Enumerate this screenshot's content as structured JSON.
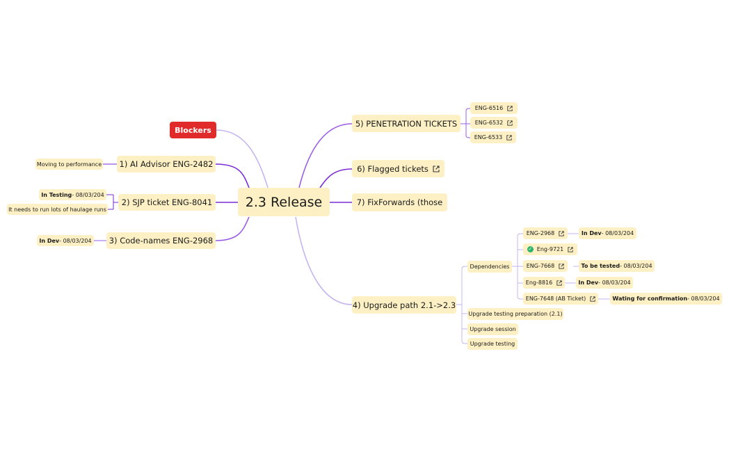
{
  "root": {
    "title": "2.3 Release"
  },
  "blockers": {
    "label": "Blockers"
  },
  "left": {
    "ai_advisor": {
      "label": "1) AI Advisor ENG-2482",
      "child": "Moving to performance"
    },
    "sjp": {
      "label": "2) SJP ticket ENG-8041",
      "status_bold": "In Testing",
      "status_rest": " - 08/03/204",
      "note": "It needs to run lots of haulage runs"
    },
    "codenames": {
      "label": "3) Code-names ENG-2968",
      "status_bold": "In Dev",
      "status_rest": " - 08/03/204"
    }
  },
  "right": {
    "penetration": {
      "label": "5) PENETRATION TICKETS",
      "tickets": [
        "ENG-6516",
        "ENG-6532",
        "ENG-6533"
      ]
    },
    "flagged": {
      "label": "6) Flagged tickets"
    },
    "fixforwards": {
      "label": "7) FixForwards (those"
    },
    "upgrade": {
      "label": "4) Upgrade path 2.1->2.3",
      "dependencies": {
        "label": "Dependencies",
        "items": [
          {
            "ticket": "ENG-2968",
            "status_bold": "In Dev",
            "status_rest": " - 08/03/204"
          },
          {
            "ticket": "Eng-9721",
            "done": true
          },
          {
            "ticket": "ENG-7668",
            "status_bold": "To be tested",
            "status_rest": " - 08/03/204"
          },
          {
            "ticket": "Eng-8816",
            "status_bold": "In Dev",
            "status_rest": " - 08/03/204"
          },
          {
            "ticket": "ENG-7648 (AB Ticket)",
            "status_bold": "Wating for confirmation",
            "status_rest": "  - 08/03/204"
          }
        ]
      },
      "others": [
        "Upgrade testing preparation (2.1)",
        "Upgrade session",
        "Upgrade testing"
      ]
    }
  },
  "colors": {
    "node_bg": "#fdf0c4",
    "blocker": "#e12a2a",
    "link_light": "#c6b4f0",
    "link_dark": "#7a2bd6",
    "link_mid": "#9b5de5",
    "check": "#2fb36b"
  },
  "icons": {
    "external_link": "external-link-icon",
    "done": "check-circle-icon"
  }
}
